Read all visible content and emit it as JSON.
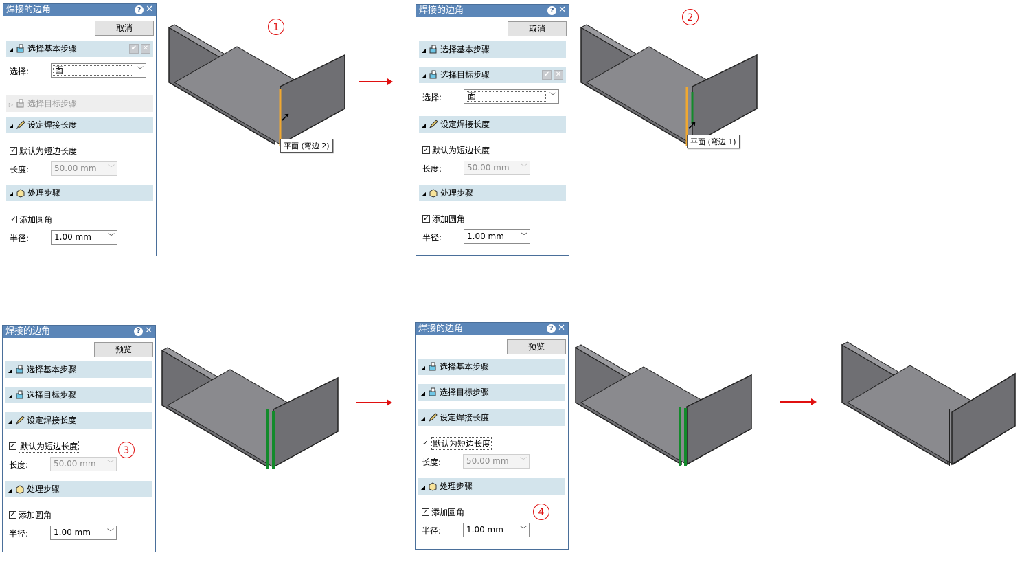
{
  "panels": [
    {
      "title": "焊接的边角",
      "button": "取消",
      "sections": {
        "base": "选择基本步骤",
        "target": "选择目标步骤",
        "length": "设定焊接长度",
        "process": "处理步骤"
      },
      "select_label": "选择:",
      "select_value": "面",
      "default_short": "默认为短边长度",
      "length_label": "长度:",
      "length_value": "50.00 mm",
      "add_fillet": "添加圆角",
      "radius_label": "半径:",
      "radius_value": "1.00 mm"
    },
    {
      "title": "焊接的边角",
      "button": "取消",
      "sections": {
        "base": "选择基本步骤",
        "target": "选择目标步骤",
        "length": "设定焊接长度",
        "process": "处理步骤"
      },
      "select_label": "选择:",
      "select_value": "面",
      "default_short": "默认为短边长度",
      "length_label": "长度:",
      "length_value": "50.00 mm",
      "add_fillet": "添加圆角",
      "radius_label": "半径:",
      "radius_value": "1.00 mm"
    },
    {
      "title": "焊接的边角",
      "button": "预览",
      "sections": {
        "base": "选择基本步骤",
        "target": "选择目标步骤",
        "length": "设定焊接长度",
        "process": "处理步骤"
      },
      "default_short": "默认为短边长度",
      "length_label": "长度:",
      "length_value": "50.00 mm",
      "add_fillet": "添加圆角",
      "radius_label": "半径:",
      "radius_value": "1.00 mm"
    },
    {
      "title": "焊接的边角",
      "button": "预览",
      "sections": {
        "base": "选择基本步骤",
        "target": "选择目标步骤",
        "length": "设定焊接长度",
        "process": "处理步骤"
      },
      "default_short": "默认为短边长度",
      "length_label": "长度:",
      "length_value": "50.00 mm",
      "add_fillet": "添加圆角",
      "radius_label": "半径:",
      "radius_value": "1.00 mm"
    }
  ],
  "tooltips": {
    "first": "平面 (弯边 2)",
    "second": "平面 (弯边 1)"
  },
  "steps": [
    "1",
    "2",
    "3",
    "4"
  ],
  "colors": {
    "title_bar": "#5b86b8",
    "section_bg": "#d3e4ec",
    "arrow": "#e01010",
    "weld_green": "#138a2b",
    "highlight_orange": "#f0a830",
    "model_face": "#6f6f73"
  }
}
